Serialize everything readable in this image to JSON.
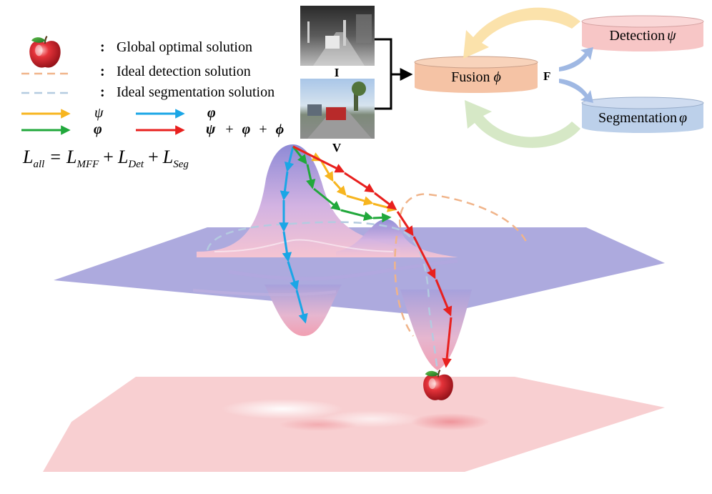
{
  "legend": {
    "global_optimal": "Global optimal solution",
    "ideal_detection": "Ideal detection solution",
    "ideal_segmentation": "Ideal segmentation solution",
    "colon": ":",
    "psi": "ψ",
    "phi": "φ",
    "varphi": "φ",
    "combo": {
      "psi": "ψ",
      "plus": "+",
      "varphi": "φ",
      "phi": "ϕ"
    }
  },
  "formula": {
    "lhs": "L",
    "lhs_sub": "all",
    "eq": "=",
    "t1": "L",
    "t1_sub": "MFF",
    "plus": "+",
    "t2": "L",
    "t2_sub": "Det",
    "t3": "L",
    "t3_sub": "Seg"
  },
  "images": {
    "infrared_label": "I",
    "visible_label": "V"
  },
  "modules": {
    "fusion": "Fusion",
    "fusion_sym": "ϕ",
    "detection": "Detection",
    "detection_sym": "ψ",
    "segmentation": "Segmentation",
    "segmentation_sym": "φ",
    "feature": "F"
  },
  "colors": {
    "psi": "#f7b51f",
    "varphi": "#1aa6e6",
    "phi": "#21a83b",
    "combo": "#e8201e",
    "detection_dash": "#f0b48a",
    "segmentation_dash": "#b4cbe0",
    "fusion_fill": "#f5c3a5",
    "detection_fill": "#f7c6c6",
    "segmentation_fill": "#bcd0ea",
    "surface": "#9d9ad6",
    "floor": "#f7c7c9"
  }
}
